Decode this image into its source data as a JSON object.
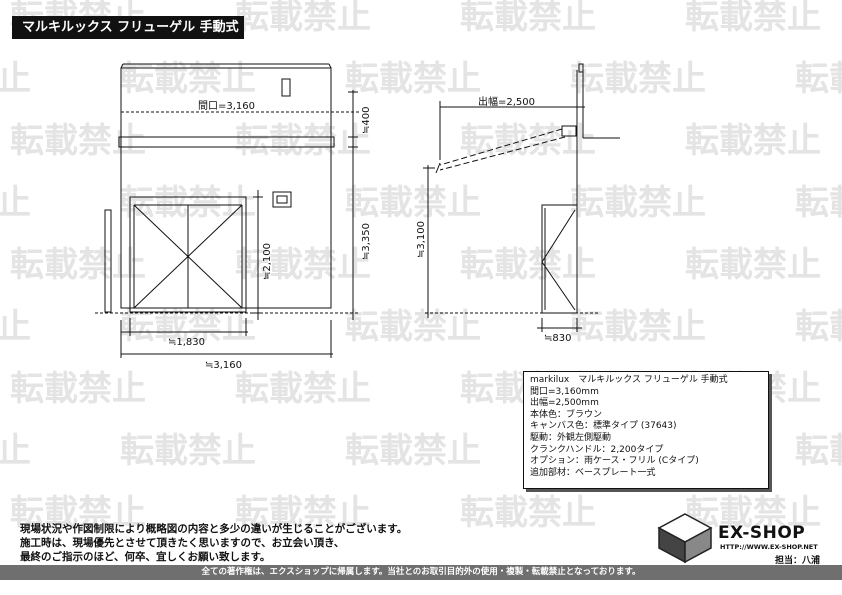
{
  "title": "マルキルックス フリューゲル 手動式",
  "watermark_text": "転載禁止",
  "dims": {
    "front_top_width": "間口=3,160",
    "awning_height": "≒400",
    "overall_height": "≒3,350",
    "door_height": "≒2,100",
    "door_width": "≒1,830",
    "overall_width": "≒3,160",
    "projection": "出幅=2,500",
    "side_height": "≒3,100",
    "side_door_width": "≒830"
  },
  "spec_lines": [
    "markilux　マルキルックス フリューゲル 手動式",
    "間口=3,160mm",
    "出幅=2,500mm",
    "本体色：ブラウン",
    "キャンバス色：標準タイプ (37643)",
    "駆動：外観左側駆動",
    "クランクハンドル：2,200タイプ",
    "オプション：雨ケース・フリル (Cタイプ)",
    "追加部材：ベースプレート一式"
  ],
  "notes": [
    "現場状況や作図制限により概略図の内容と多少の違いが生じることがございます。",
    "施工時は、現場優先とさせて頂きたく思いますので、お立会い頂き、",
    "最終のご指示のほど、何卒、宜しくお願い致します。"
  ],
  "footer_text": "全ての著作権は、エクスショップに帰属します。当社とのお取引目的外の使用・複製・転載禁止となっております。",
  "brand": {
    "name": "EX-SHOP",
    "url": "HTTP://WWW.EX-SHOP.NET",
    "staff": "担当：八浦"
  }
}
